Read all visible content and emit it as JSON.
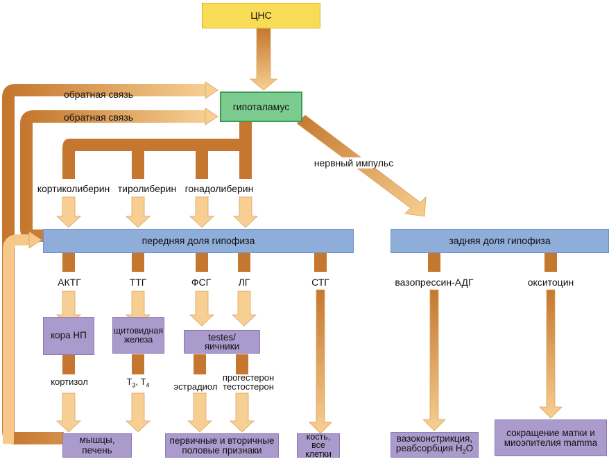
{
  "nodes": {
    "cns": "ЦНС",
    "hypothalamus": "гипоталамус",
    "anterior_pituitary": "передняя доля гипофиза",
    "posterior_pituitary": "задняя доля гипофиза",
    "adrenal_cortex": "кора НП",
    "thyroid_line1": "щитовидная",
    "thyroid_line2": "железа",
    "gonads_line1": "testes/",
    "gonads_line2": "яичники",
    "muscles_liver": "мышцы, печень",
    "sex_traits_line1": "первичные и вторичные",
    "sex_traits_line2": "половые признаки",
    "bone_line1": "кость,",
    "bone_line2": "все клетки",
    "vaso_line1": "вазоконстрикция,",
    "vaso_line2": "реабсорбция H",
    "vaso_sub": "2",
    "vaso_tail": "O",
    "uterus_line1": "сокращение матки и",
    "uterus_line2": "миоэпителия mamma"
  },
  "labels": {
    "feedback_1": "обратная связь",
    "feedback_2": "обратная связь",
    "nerve_impulse": "нервный импульс",
    "corticoliberin": "кортиколиберин",
    "thyroliberin": "тиролиберин",
    "gonadoliberin": "гонадолиберин",
    "acth": "АКТГ",
    "tsh": "ТТГ",
    "fsh": "ФСГ",
    "lh": "ЛГ",
    "gh": "СТГ",
    "vasopressin": "вазопрессин-АДГ",
    "oxytocin": "окситоцин",
    "cortisol": "кортизол",
    "t_letter": "T",
    "t3_sub": "3",
    "t4_sub": "4",
    "estradiol": "эстрадиол",
    "progesterone": "прогестерон",
    "testosterone": "тестостерон"
  },
  "colors": {
    "arrow_dark": "#c5772f",
    "arrow_light": "#f7cf92",
    "cns": "#f8dc55",
    "hypothalamus": "#7ccb8f",
    "pituitary": "#8fadd9",
    "organ": "#ab9bcc"
  }
}
